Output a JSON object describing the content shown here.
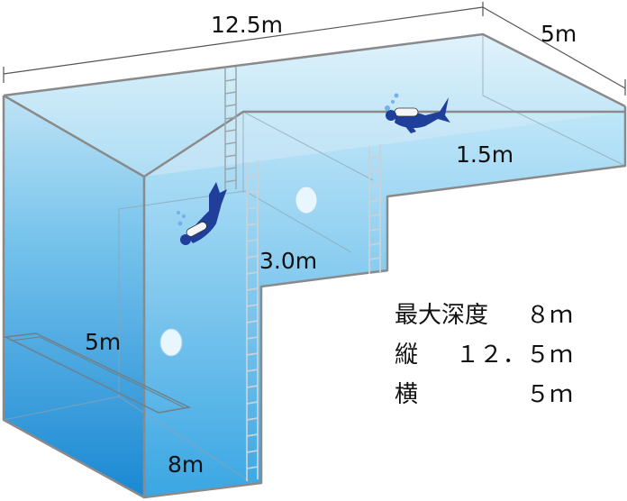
{
  "dimensions": {
    "top_length": "12.5m",
    "top_width": "5m",
    "shallow_depth": "1.5m",
    "mid_depth": "3.0m",
    "left_side": "5m",
    "bottom_depth": "8m"
  },
  "specs": {
    "max_depth_label": "最大深度",
    "max_depth_value": "８ｍ",
    "length_label": "縦",
    "length_value": "１２．５ｍ",
    "width_label": "横",
    "width_value": "５ｍ"
  },
  "colors": {
    "water_light": "#cfeaf8",
    "water_mid": "#67bdea",
    "water_deep": "#1f8ed6",
    "wall_edge": "#888888",
    "diver": "#1f3f9a"
  }
}
